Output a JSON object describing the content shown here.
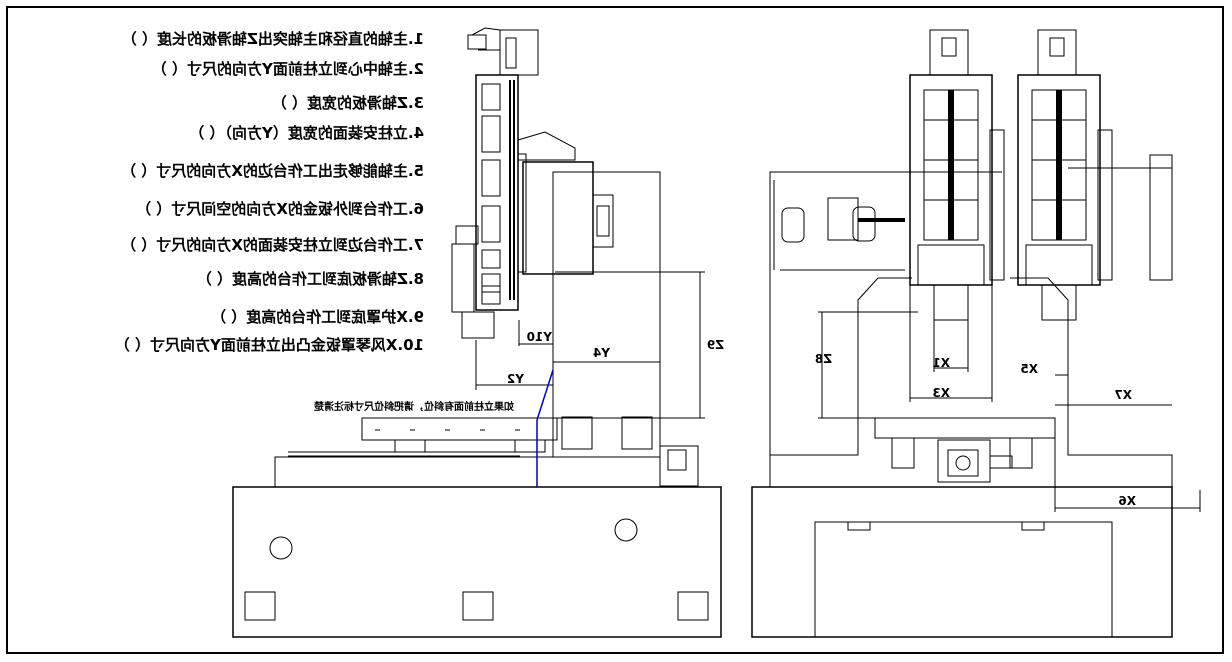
{
  "questions": [
    {
      "text": "1.主轴的直径和主轴突出Z轴滑板的长度（          ）"
    },
    {
      "text": "2.主轴中心到立柱前面Y方向的尺寸（          ）"
    },
    {
      "text": "3.Z轴滑板的宽度（          ）"
    },
    {
      "text": "4.立柱安装面的宽度（Y方向）（          ）"
    },
    {
      "text": "5.主轴能够走出工作台边的X方向的尺寸（          ）"
    },
    {
      "text": "6.工作台到外钣金的X方向的空间尺寸（          ）"
    },
    {
      "text": "7.工作台边到立柱安装面的X方向的尺寸（          ）"
    },
    {
      "text": "8.Z轴滑板底到工作台的高度（          ）"
    },
    {
      "text": "9.X护罩底到工作台的高度（          ）"
    },
    {
      "text": "10.X风琴罩钣金凸出立柱前面Y方向尺寸（          ）"
    }
  ],
  "note": "如果立柱前面有斜位，请把斜位尺寸标注清楚",
  "dimensions": {
    "left": {
      "y2": "Y2",
      "y4": "Y4",
      "y10": "Y10",
      "z9": "Z9"
    },
    "right": {
      "x1": "X1",
      "x3": "X3",
      "x5": "X5",
      "x6": "X6",
      "x7": "X7",
      "z8": "Z8"
    }
  }
}
